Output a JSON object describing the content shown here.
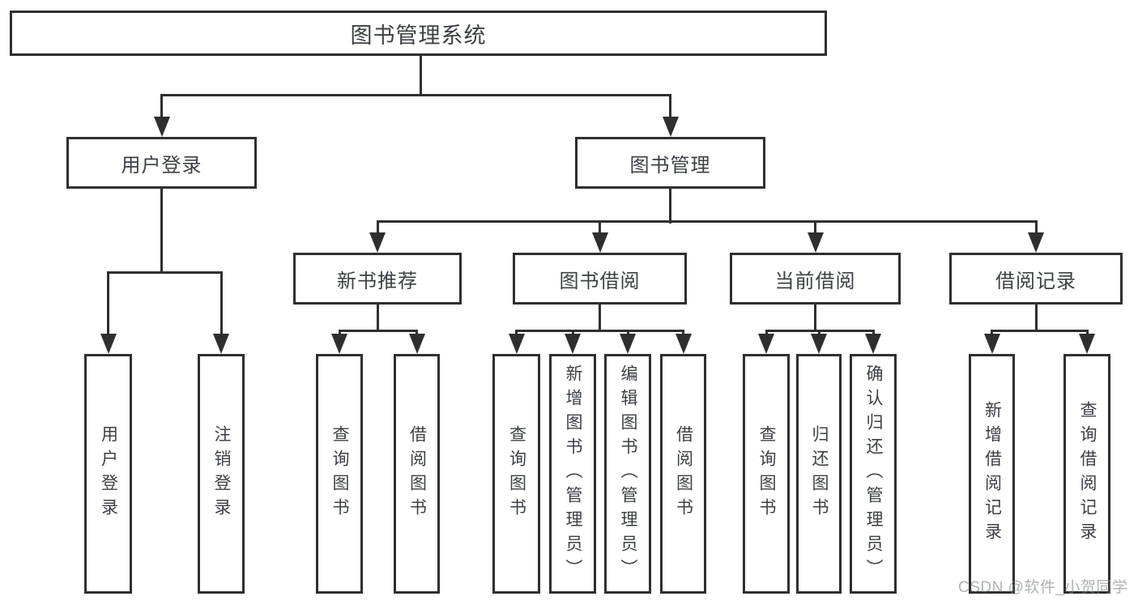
{
  "diagram": {
    "root": "图书管理系统",
    "branches": [
      {
        "label": "用户登录",
        "children": [
          "用户登录",
          "注销登录"
        ]
      },
      {
        "label": "图书管理",
        "sections": [
          {
            "label": "新书推荐",
            "children": [
              "查询图书",
              "借阅图书"
            ]
          },
          {
            "label": "图书借阅",
            "children": [
              "查询图书",
              "新增图书（管理员）",
              "编辑图书（管理员）",
              "借阅图书"
            ]
          },
          {
            "label": "当前借阅",
            "children": [
              "查询图书",
              "归还图书",
              "确认归还（管理员）"
            ]
          },
          {
            "label": "借阅记录",
            "children": [
              "新增借阅记录",
              "查询借阅记录"
            ]
          }
        ]
      }
    ]
  },
  "watermark": {
    "text": "CSDN @软件_小贺同学",
    "color": "#b5b9bd"
  },
  "colors": {
    "line": "#2f2f2f",
    "box_border": "#2f2f2f",
    "text": "#3c4046",
    "background": "#ffffff"
  }
}
